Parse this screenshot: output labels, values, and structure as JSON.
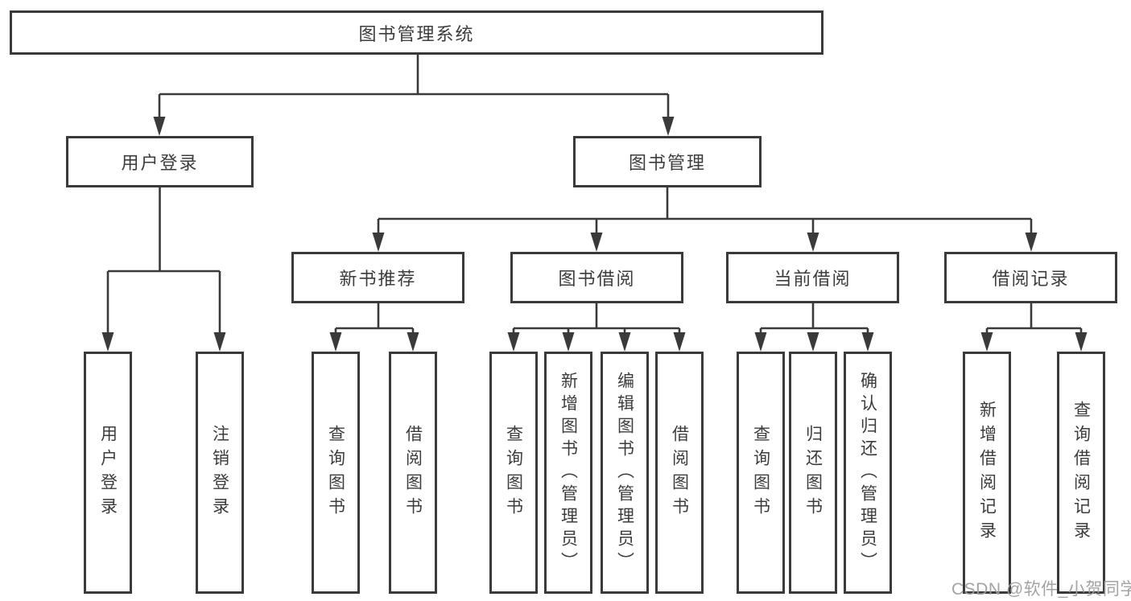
{
  "diagram": {
    "root": {
      "label": "图书管理系统"
    },
    "level2": [
      {
        "id": "user-login-module",
        "label": "用户登录"
      },
      {
        "id": "book-management-module",
        "label": "图书管理"
      }
    ],
    "level3": [
      {
        "id": "new-book-recommend",
        "label": "新书推荐",
        "parent": "图书管理"
      },
      {
        "id": "book-borrow",
        "label": "图书借阅",
        "parent": "图书管理"
      },
      {
        "id": "current-borrow",
        "label": "当前借阅",
        "parent": "图书管理"
      },
      {
        "id": "borrow-records",
        "label": "借阅记录",
        "parent": "图书管理"
      }
    ],
    "leaves": [
      {
        "id": "user-login",
        "label": "用户登录",
        "parent": "用户登录"
      },
      {
        "id": "logout",
        "label": "注销登录",
        "parent": "用户登录"
      },
      {
        "id": "query-books-1",
        "label": "查询图书",
        "parent": "新书推荐"
      },
      {
        "id": "borrow-books-1",
        "label": "借阅图书",
        "parent": "新书推荐"
      },
      {
        "id": "query-books-2",
        "label": "查询图书",
        "parent": "图书借阅"
      },
      {
        "id": "add-books-admin",
        "label": "新增图书（管理员）",
        "parent": "图书借阅"
      },
      {
        "id": "edit-books-admin",
        "label": "编辑图书（管理员）",
        "parent": "图书借阅"
      },
      {
        "id": "borrow-books-2",
        "label": "借阅图书",
        "parent": "图书借阅"
      },
      {
        "id": "query-books-3",
        "label": "查询图书",
        "parent": "当前借阅"
      },
      {
        "id": "return-books",
        "label": "归还图书",
        "parent": "当前借阅"
      },
      {
        "id": "confirm-return-admin",
        "label": "确认归还（管理员）",
        "parent": "当前借阅"
      },
      {
        "id": "add-borrow-record",
        "label": "新增借阅记录",
        "parent": "借阅记录"
      },
      {
        "id": "query-borrow-record",
        "label": "查询借阅记录",
        "parent": "借阅记录"
      }
    ],
    "watermark": "CSDN @软件_小贺同学",
    "colors": {
      "line": "#3a3a3a",
      "text": "#3c3c3c",
      "background": "#ffffff",
      "watermark": "#9e9e9e"
    }
  }
}
